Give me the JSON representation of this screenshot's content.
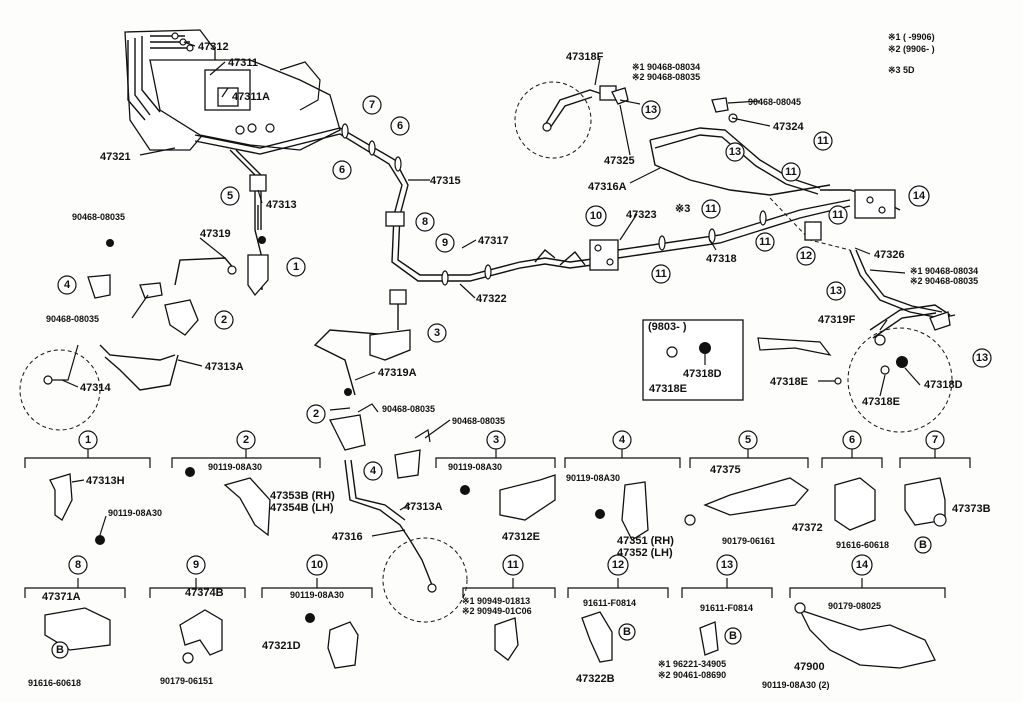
{
  "notes": {
    "n1": "※1 (      -9906)",
    "n2": "※2 (9906-      )",
    "n3": "※3 5D"
  },
  "parts": {
    "p47312": "47312",
    "p47311": "47311",
    "p47311A": "47311A",
    "p47321": "47321",
    "p47313": "47313",
    "p47315": "47315",
    "p47317": "47317",
    "p47322": "47322",
    "p47319": "47319",
    "p47313A_top": "47313A",
    "p47314": "47314",
    "p47319A": "47319A",
    "p47313A_bot": "47313A",
    "p47316": "47316",
    "p47318F": "47318F",
    "p47325": "47325",
    "p47316A": "47316A",
    "p47324": "47324",
    "p47323": "47323",
    "p47318": "47318",
    "p47326": "47326",
    "p47319F": "47319F",
    "p47318E_a": "47318E",
    "p47318D_a": "47318D",
    "p47318E_b": "47318E",
    "p47318E_c": "47318E",
    "p47318D_b": "47318D",
    "bolt_08034a": "※1 90468-08034",
    "bolt_08035a": "※2 90468-08035",
    "bolt_08045": "90468-08045",
    "bolt_08035b": "90468-08035",
    "bolt_08035c": "90468-08035",
    "bolt_08035d": "90468-08035",
    "bolt_08035e": "90468-08035",
    "bolt_08034b": "※1 90468-08034",
    "bolt_08035f": "※2 90468-08035",
    "star3": "※3",
    "range_box": "(9803-        )"
  },
  "callouts": [
    "1",
    "2",
    "3",
    "4",
    "5",
    "6",
    "7",
    "8",
    "9",
    "10",
    "11",
    "12",
    "13",
    "14",
    "B"
  ],
  "legend": {
    "c1": {
      "num": "1",
      "parts": [
        "47313H",
        "90119-08A30"
      ]
    },
    "c2": {
      "num": "2",
      "parts": [
        "90119-08A30",
        "47353B (RH)",
        "47354B (LH)"
      ]
    },
    "c3": {
      "num": "3",
      "parts": [
        "90119-08A30",
        "47312E"
      ]
    },
    "c4": {
      "num": "4",
      "parts": [
        "90119-08A30",
        "47351 (RH)",
        "47352 (LH)"
      ]
    },
    "c5": {
      "num": "5",
      "parts": [
        "47375",
        "90179-06161"
      ]
    },
    "c6": {
      "num": "6",
      "parts": [
        "47372",
        "91616-60618"
      ]
    },
    "c7": {
      "num": "7",
      "parts": [
        "47373B"
      ]
    },
    "c8": {
      "num": "8",
      "parts": [
        "47371A",
        "91616-60618"
      ]
    },
    "c9": {
      "num": "9",
      "parts": [
        "47374B",
        "90179-06151"
      ]
    },
    "c10": {
      "num": "10",
      "parts": [
        "90119-08A30",
        "47321D"
      ]
    },
    "c11": {
      "num": "11",
      "parts": [
        "※1 90949-01813",
        "※2 90949-01C06"
      ]
    },
    "c12": {
      "num": "12",
      "parts": [
        "91611-F0814",
        "47322B"
      ]
    },
    "c13": {
      "num": "13",
      "parts": [
        "91611-F0814",
        "※1 96221-34905",
        "※2 90461-08690"
      ]
    },
    "c14": {
      "num": "14",
      "parts": [
        "90179-08025",
        "47900",
        "90119-08A30 (2)"
      ]
    }
  }
}
